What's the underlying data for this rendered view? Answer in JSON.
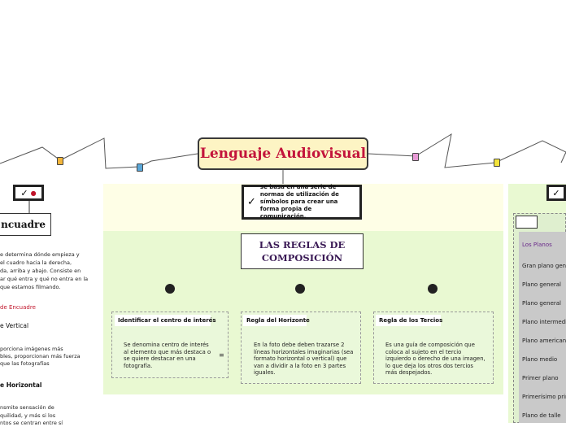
{
  "central": {
    "title": "Lenguaje Audiovisual"
  },
  "center": {
    "note": "se basa en una serie de normas de utilización de símbolos para crear una forma propia de comunicación.",
    "main_topic": "LAS REGLAS DE COMPOSICIÓN",
    "subtopics": [
      {
        "title": "Identificar el centro de interés",
        "body": "Se denomina centro de interés al elemento que más destaca o se quiere destacar en una fotografía."
      },
      {
        "title": "Regla del Horizonte",
        "body": "En la foto debe deben trazarse 2 líneas horizontales imaginarias (sea formato horizontal o vertical) que van a dividir a la foto en 3 partes iguales."
      },
      {
        "title": "Regla de los Tercios",
        "body": "Es una guía de composición que coloca al sujeto en el tercio izquierdo o derecho de una imagen, lo que deja los otros dos tercios más despejados."
      }
    ]
  },
  "left": {
    "head": "ncuadre",
    "desc_lines": [
      "e determina dónde empieza y",
      "el cuadro hacia la derecha,",
      "da, arriba y abajo. Consiste en",
      "ar qué entra y qué no entra en la",
      "que estamos filmando."
    ],
    "link": "de Encuadre",
    "vertical_label": "e Vertical",
    "vertical_lines": [
      "porciona imágenes más",
      "bles, proporcionan más fuerza",
      "que las fotografías"
    ],
    "horizontal_label": "e Horizontal",
    "horizontal_lines": [
      "nsmite sensación de",
      "quilidad, y más si los",
      "ntos se centran entre sí"
    ]
  },
  "right": {
    "items": [
      "Los Planos",
      "Gran plano general",
      "Plano general",
      "Plano general",
      "Plano intermedio",
      "Plano americano",
      "Plano medio",
      "Primer plano",
      "Primerísimo primer plano",
      "Plano de talle"
    ]
  },
  "colors": {
    "title_text": "#c3143c",
    "title_bg": "#fdf4c4",
    "panel_yellow": "#fefee6",
    "panel_green": "#e9f9d2",
    "icon_orange": "#f3b53a",
    "icon_blue": "#5aa7d8",
    "icon_pink": "#e89ad6",
    "icon_yellow": "#f2e33a"
  }
}
